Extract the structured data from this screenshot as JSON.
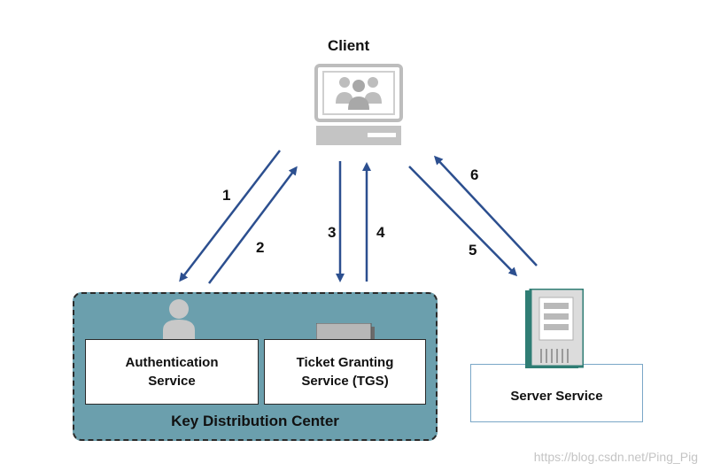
{
  "client": {
    "label": "Client"
  },
  "kdc": {
    "title": "Key Distribution Center",
    "auth_service": {
      "line1": "Authentication",
      "line2": "Service"
    },
    "tgs": {
      "line1": "Ticket Granting",
      "line2": "Service (TGS)"
    }
  },
  "server": {
    "label": "Server Service"
  },
  "steps": [
    "1",
    "2",
    "3",
    "4",
    "5",
    "6"
  ],
  "watermark": "https://blog.csdn.net/Ping_Pig",
  "colors": {
    "arrow": "#2c4f8f",
    "kdc_fill": "#6b9fad",
    "icon_gray": "#bdbdbd",
    "server_teal": "#2f7d74"
  },
  "icons": [
    "computer-icon",
    "user-icon",
    "ticket-icon",
    "server-icon"
  ]
}
